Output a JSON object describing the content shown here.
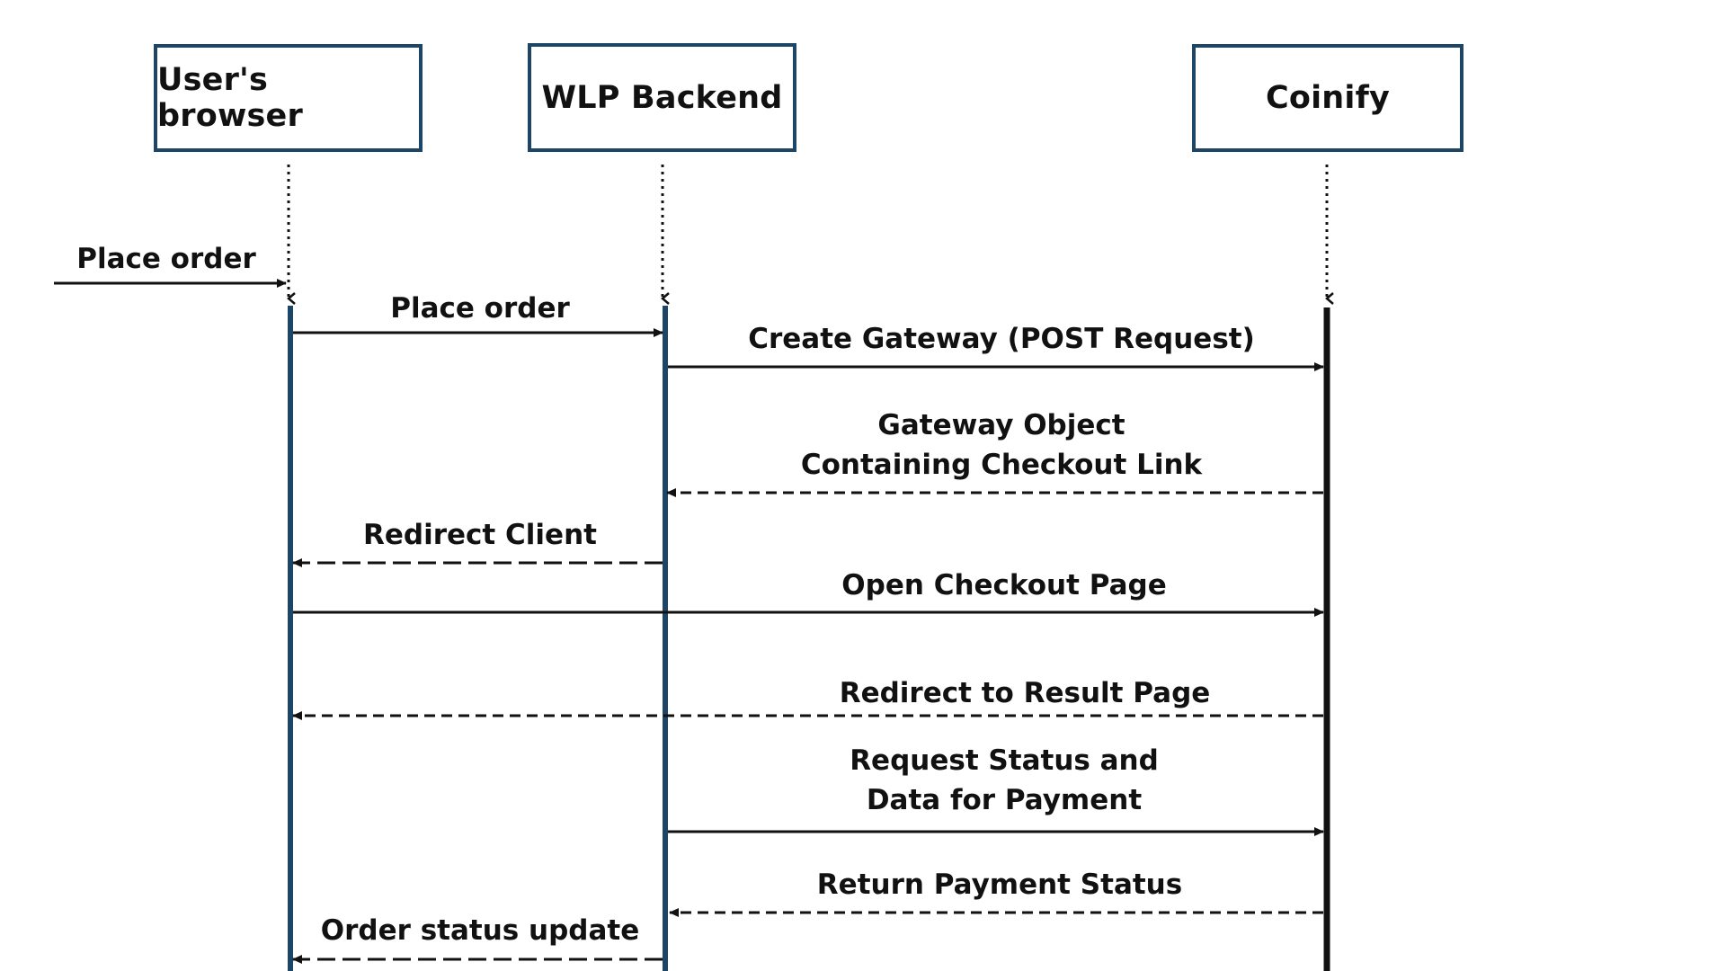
{
  "participants": {
    "users_browser": "User's browser",
    "wlp_backend": "WLP Backend",
    "coinify": "Coinify"
  },
  "messages": [
    {
      "id": "m0",
      "from": "external",
      "to": "users_browser",
      "style": "solid",
      "lines": [
        "Place order"
      ]
    },
    {
      "id": "m1",
      "from": "users_browser",
      "to": "wlp_backend",
      "style": "solid",
      "lines": [
        "Place order"
      ]
    },
    {
      "id": "m2",
      "from": "wlp_backend",
      "to": "coinify",
      "style": "solid",
      "lines": [
        "Create Gateway (POST Request)"
      ]
    },
    {
      "id": "m3",
      "from": "coinify",
      "to": "wlp_backend",
      "style": "dashed",
      "lines": [
        "Gateway Object",
        "Containing Checkout Link"
      ]
    },
    {
      "id": "m4",
      "from": "wlp_backend",
      "to": "users_browser",
      "style": "dashed",
      "lines": [
        "Redirect Client"
      ]
    },
    {
      "id": "m5",
      "from": "users_browser",
      "to": "coinify",
      "style": "solid",
      "lines": [
        "Open Checkout Page"
      ]
    },
    {
      "id": "m6",
      "from": "coinify",
      "to": "users_browser",
      "style": "dashed",
      "lines": [
        "Redirect to Result Page"
      ]
    },
    {
      "id": "m7",
      "from": "wlp_backend",
      "to": "coinify",
      "style": "solid",
      "lines": [
        "Request Status and",
        "Data for Payment"
      ]
    },
    {
      "id": "m8",
      "from": "coinify",
      "to": "wlp_backend",
      "style": "dashed",
      "lines": [
        "Return Payment Status"
      ]
    },
    {
      "id": "m9",
      "from": "wlp_backend",
      "to": "users_browser",
      "style": "dashed",
      "lines": [
        "Order status update"
      ]
    }
  ],
  "colors": {
    "participant_border": "#1c4566",
    "activation_bar_browser": "#1c4566",
    "activation_bar_backend": "#1c4566",
    "activation_bar_coinify": "#111111",
    "arrow": "#111111",
    "text": "#111111"
  }
}
